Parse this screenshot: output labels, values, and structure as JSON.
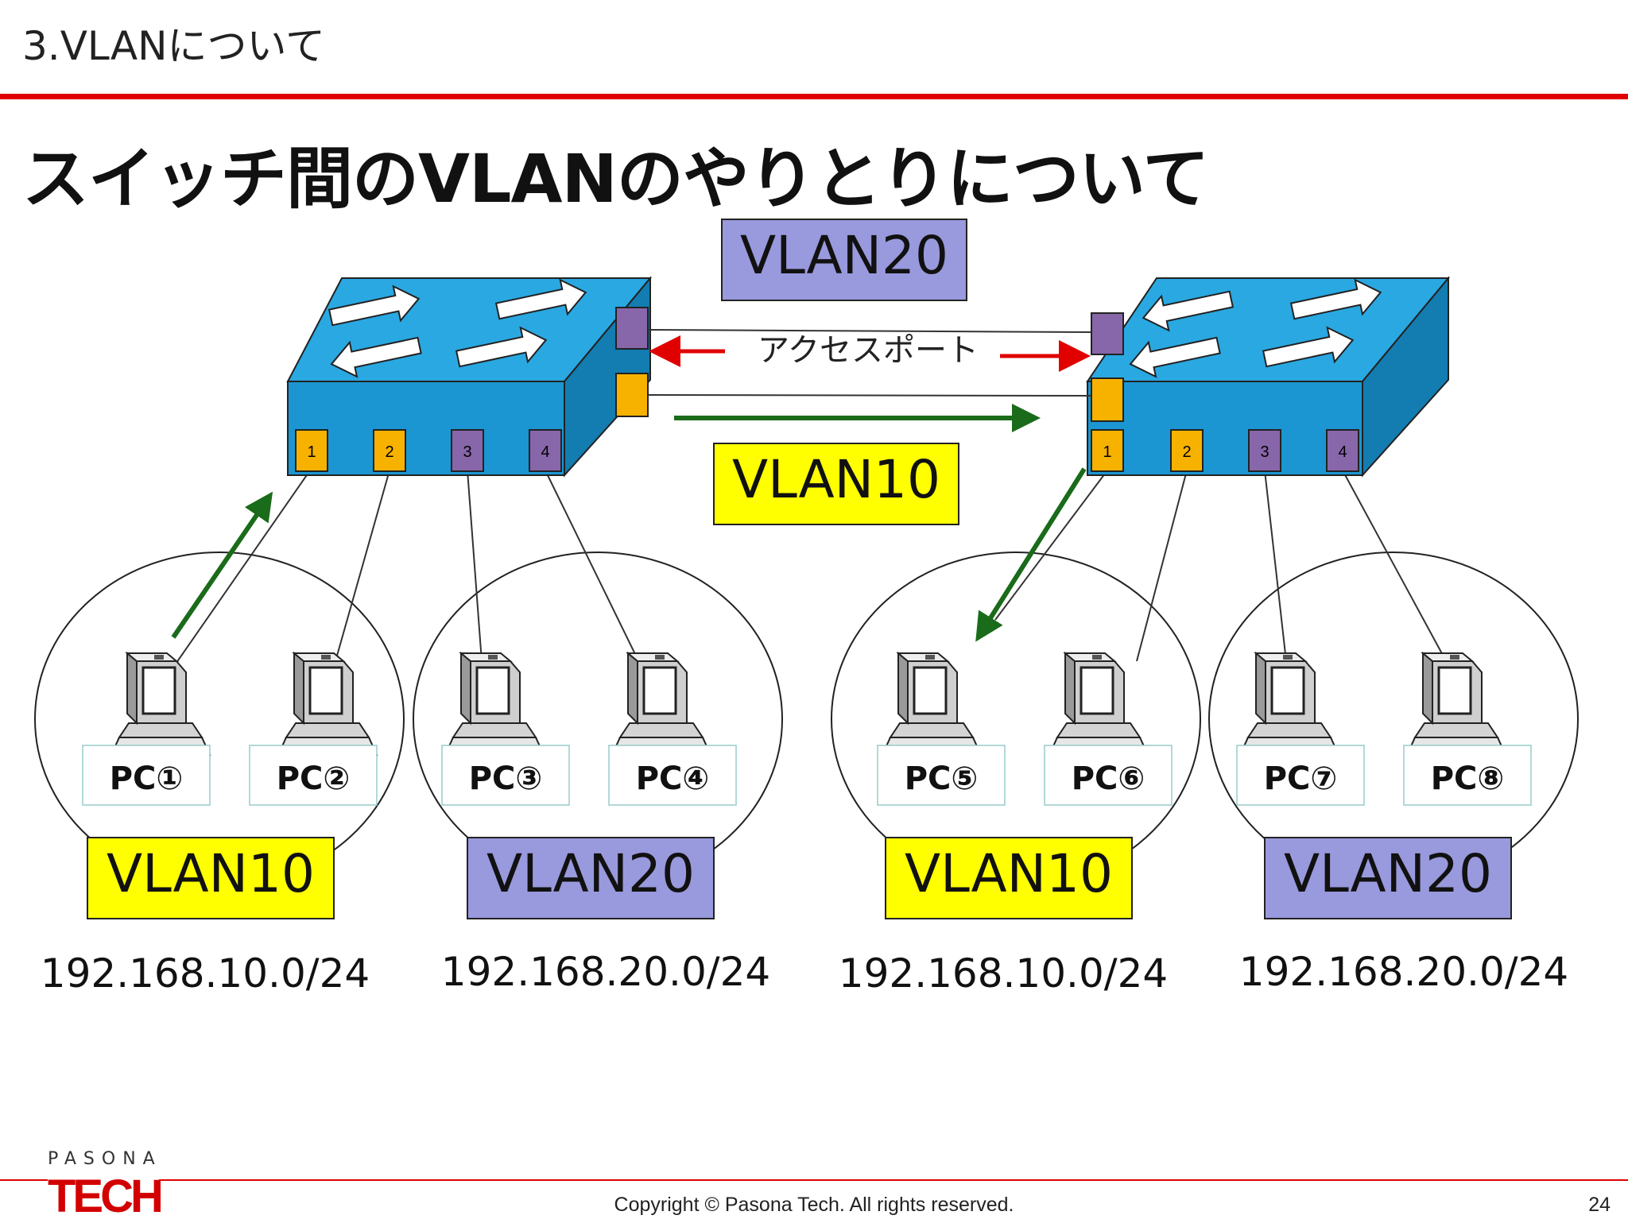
{
  "header": {
    "section_title": "3.VLANについて",
    "main_title": "スイッチ間のVLANのやりとりについて"
  },
  "diagram": {
    "trunk_vlan20_label": "VLAN20",
    "trunk_vlan10_label": "VLAN10",
    "access_port_label": "アクセスポート",
    "switch_port_labels": [
      "1",
      "2",
      "3",
      "4"
    ],
    "pcs": [
      "PC①",
      "PC②",
      "PC③",
      "PC④",
      "PC⑤",
      "PC⑥",
      "PC⑦",
      "PC⑧"
    ],
    "groups": [
      {
        "vlan": "VLAN10",
        "subnet": "192.168.10.0/24"
      },
      {
        "vlan": "VLAN20",
        "subnet": "192.168.20.0/24"
      },
      {
        "vlan": "VLAN10",
        "subnet": "192.168.10.0/24"
      },
      {
        "vlan": "VLAN20",
        "subnet": "192.168.20.0/24"
      }
    ]
  },
  "colors": {
    "vlan10": "#ffff00",
    "vlan20": "#9999dd",
    "switch_body": "#1ea0d8",
    "accent_red": "#e00000",
    "arrow_green": "#1a6b1a"
  },
  "footer": {
    "logo_top": "PASONA",
    "logo_main": "TECH",
    "copyright": "Copyright © Pasona Tech. All rights reserved.",
    "page_number": "24"
  }
}
